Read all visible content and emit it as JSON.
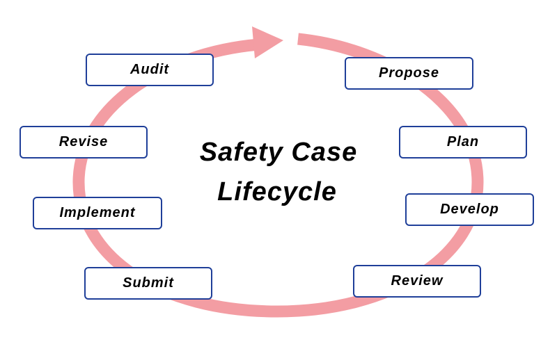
{
  "diagram": {
    "title_line_1": "Safety Case",
    "title_line_2": "Lifecycle",
    "steps": [
      {
        "label": "Propose"
      },
      {
        "label": "Plan"
      },
      {
        "label": "Develop"
      },
      {
        "label": "Review"
      },
      {
        "label": "Submit"
      },
      {
        "label": "Implement"
      },
      {
        "label": "Revise"
      },
      {
        "label": "Audit"
      }
    ],
    "colors": {
      "cycle_arrow": "#f39da3",
      "box_border": "#1f3f99",
      "text": "#000000",
      "background": "#ffffff"
    }
  }
}
